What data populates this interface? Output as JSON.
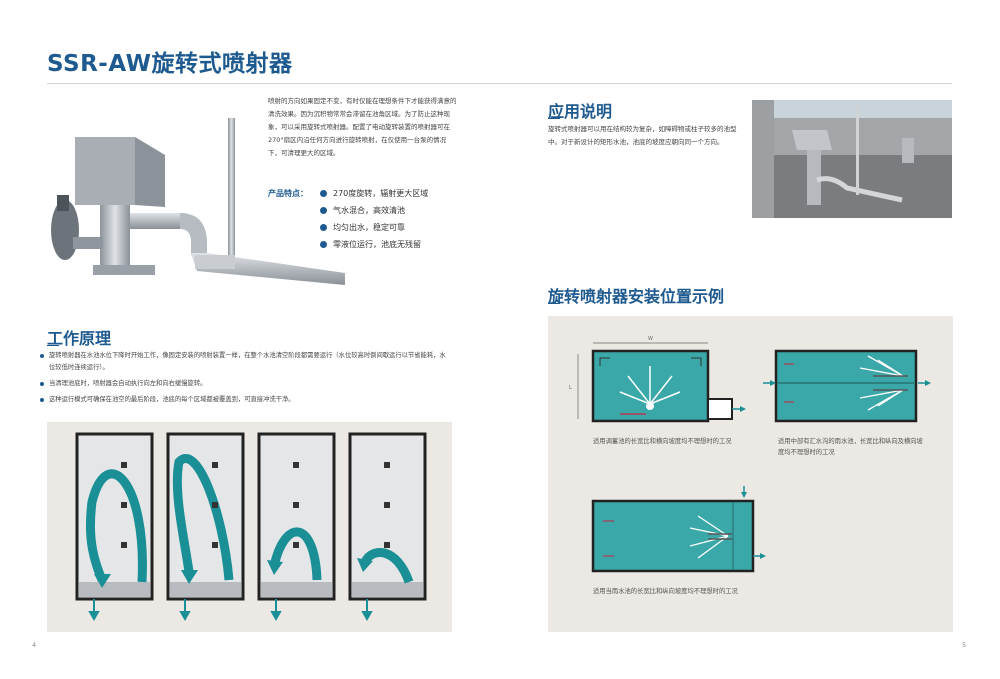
{
  "title": "SSR-AW旋转式喷射器",
  "intro": "喷射的方向如果固定不变，有时仅能在理想条件下才能获得满意的清洗效果。因为沉积物常常会滞留在池角区域。为了防止这种现象，可以采用旋转式喷射器。配置了电动旋转装置的喷射器可在270°扇区内沿任何方向进行旋转喷射，在仅使用一台泵的情况下，可清理更大的区域。",
  "features": {
    "heading": "产品特点：",
    "items": [
      "270度旋转，辐射更大区域",
      "气水混合，高效清池",
      "均匀出水，稳定可靠",
      "零液位运行，池底无残留"
    ]
  },
  "principle": {
    "heading": "工作原理",
    "items": [
      "旋转喷射器在水池水位下降时开始工作，像固定安装的喷射装置一样，在整个水池清空阶段都需要运行（水位较高时倒间歇运行以节省能耗，水位较低时连续运行）。",
      "当清理池底时，喷射器会自动执行向左和向右缓慢旋转。",
      "这种运行模式可确保在池空的最后阶段，池底的每个区域都被覆盖到，可直接冲洗干净。"
    ]
  },
  "application": {
    "heading": "应用说明",
    "text": "旋转式喷射器可以用在结构较为复杂，如障碍物或柱子较多的池型中。对于新设计的矩形水池，池底的坡度应朝向同一个方向。"
  },
  "install": {
    "heading": "旋转喷射器安装位置示例",
    "dim_w": "W",
    "dim_l": "L",
    "captions": [
      "适用调蓄池的长宽比和横向坡度均不理想时的工况",
      "适用中部有汇水沟的雨水池，长宽比和纵向及横向坡度均不理想时的工况",
      "适用当雨水池的长宽比和纵向坡度均不理想时的工况"
    ]
  },
  "page_left": "4",
  "page_right": "5",
  "colors": {
    "brand": "#1e5a8f",
    "water": "#3aa8a8",
    "jet": "#1a8f96",
    "panel": "#ece9e4"
  }
}
